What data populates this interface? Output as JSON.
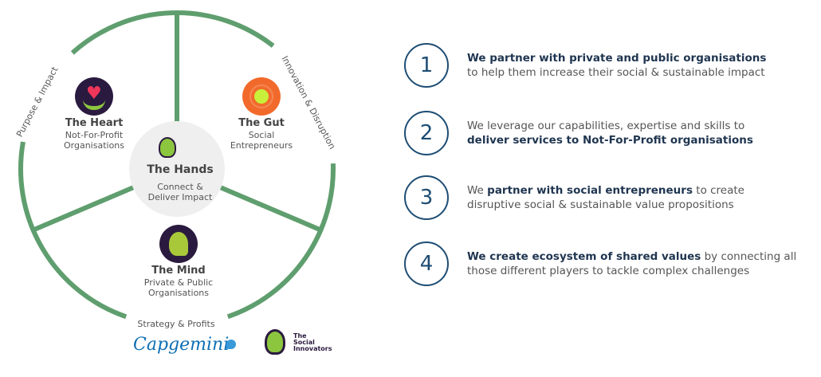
{
  "diagram": {
    "arc_labels": {
      "left": "Purpose & Impact",
      "right": "Innovation & Disruption",
      "bottom": "Strategy & Profits"
    },
    "heart": {
      "title": "The Heart",
      "sub1": "Not-For-Profit",
      "sub2": "Organisations"
    },
    "gut": {
      "title": "The Gut",
      "sub1": "Social",
      "sub2": "Entrepreneurs"
    },
    "hands": {
      "title": "The Hands",
      "sub1": "Connect &",
      "sub2": "Deliver Impact"
    },
    "mind": {
      "title": "The Mind",
      "sub1": "Private & Public",
      "sub2": "Organisations"
    },
    "colors": {
      "ring": "#5f9e6e",
      "hub": "#efefef",
      "heart_bg": "#2b1a3f",
      "gut_bg": "#f26a2b",
      "mind_bg": "#2b1a3f"
    }
  },
  "logos": {
    "capgemini": "Capgemini",
    "social_innovators_1": "The",
    "social_innovators_2": "Social",
    "social_innovators_3": "Innovators"
  },
  "steps": [
    {
      "num": "1",
      "bold1": "We partner with private and public organisations",
      "text1": " to help them increase their social & sustainable impact"
    },
    {
      "num": "2",
      "text1": "We leverage our capabilities, expertise and skills to ",
      "bold1": "deliver services to Not-For-Profit organisations"
    },
    {
      "num": "3",
      "text1": "We ",
      "bold1": "partner with social entrepreneurs",
      "text2": " to create disruptive social & sustainable value propositions"
    },
    {
      "num": "4",
      "bold1": "We create ecosystem of shared values",
      "text1": " by connecting all those different players to tackle complex challenges"
    }
  ]
}
